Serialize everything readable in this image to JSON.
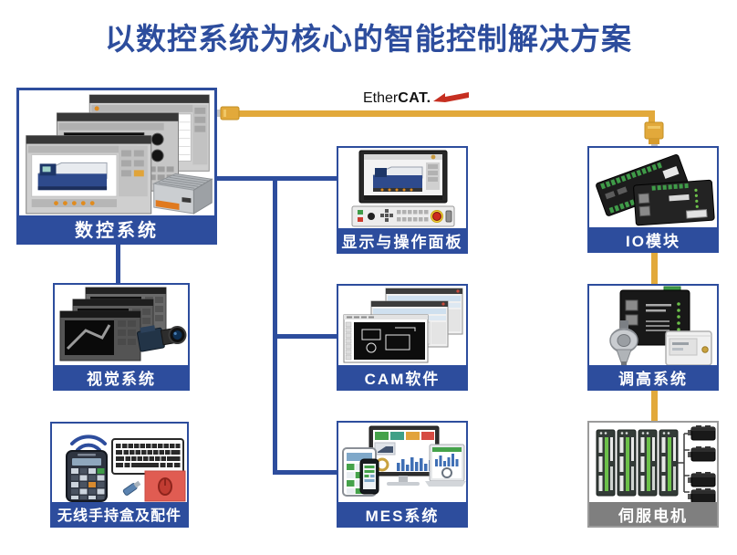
{
  "title": "以数控系统为核心的智能控制解决方案",
  "ethercat": {
    "brand_regular": "Ether",
    "brand_bold": "CAT."
  },
  "nodes": {
    "cnc": {
      "label": "数控系统"
    },
    "vision": {
      "label": "视觉系统"
    },
    "wireless": {
      "label": "无线手持盒及配件"
    },
    "display_panel": {
      "label": "显示与操作面板"
    },
    "cam": {
      "label": "CAM软件"
    },
    "mes": {
      "label": "MES系统"
    },
    "io": {
      "label": "IO模块"
    },
    "height_control": {
      "label": "调高系统"
    },
    "servo": {
      "label": "伺服电机"
    }
  },
  "edges": [
    {
      "from": "数控系统",
      "to": "IO模块",
      "type": "ethercat-yellow-cable"
    },
    {
      "from": "IO模块",
      "to": "调高系统",
      "type": "ethercat-yellow-cable"
    },
    {
      "from": "调高系统",
      "to": "伺服电机",
      "type": "ethercat-yellow-cable"
    },
    {
      "from": "数控系统",
      "to": "显示与操作面板",
      "type": "blue-line"
    },
    {
      "from": "数控系统",
      "to": "CAM软件",
      "type": "blue-line"
    },
    {
      "from": "数控系统",
      "to": "MES系统",
      "type": "blue-line"
    },
    {
      "from": "数控系统",
      "to": "视觉系统",
      "type": "blue-line"
    }
  ],
  "colors": {
    "primary_blue": "#2d4d9d",
    "cable_yellow": "#e2a93b",
    "servo_gray_bar": "#7f7f7f",
    "ethercat_arrow_red": "#c62f21",
    "background": "#ffffff"
  }
}
